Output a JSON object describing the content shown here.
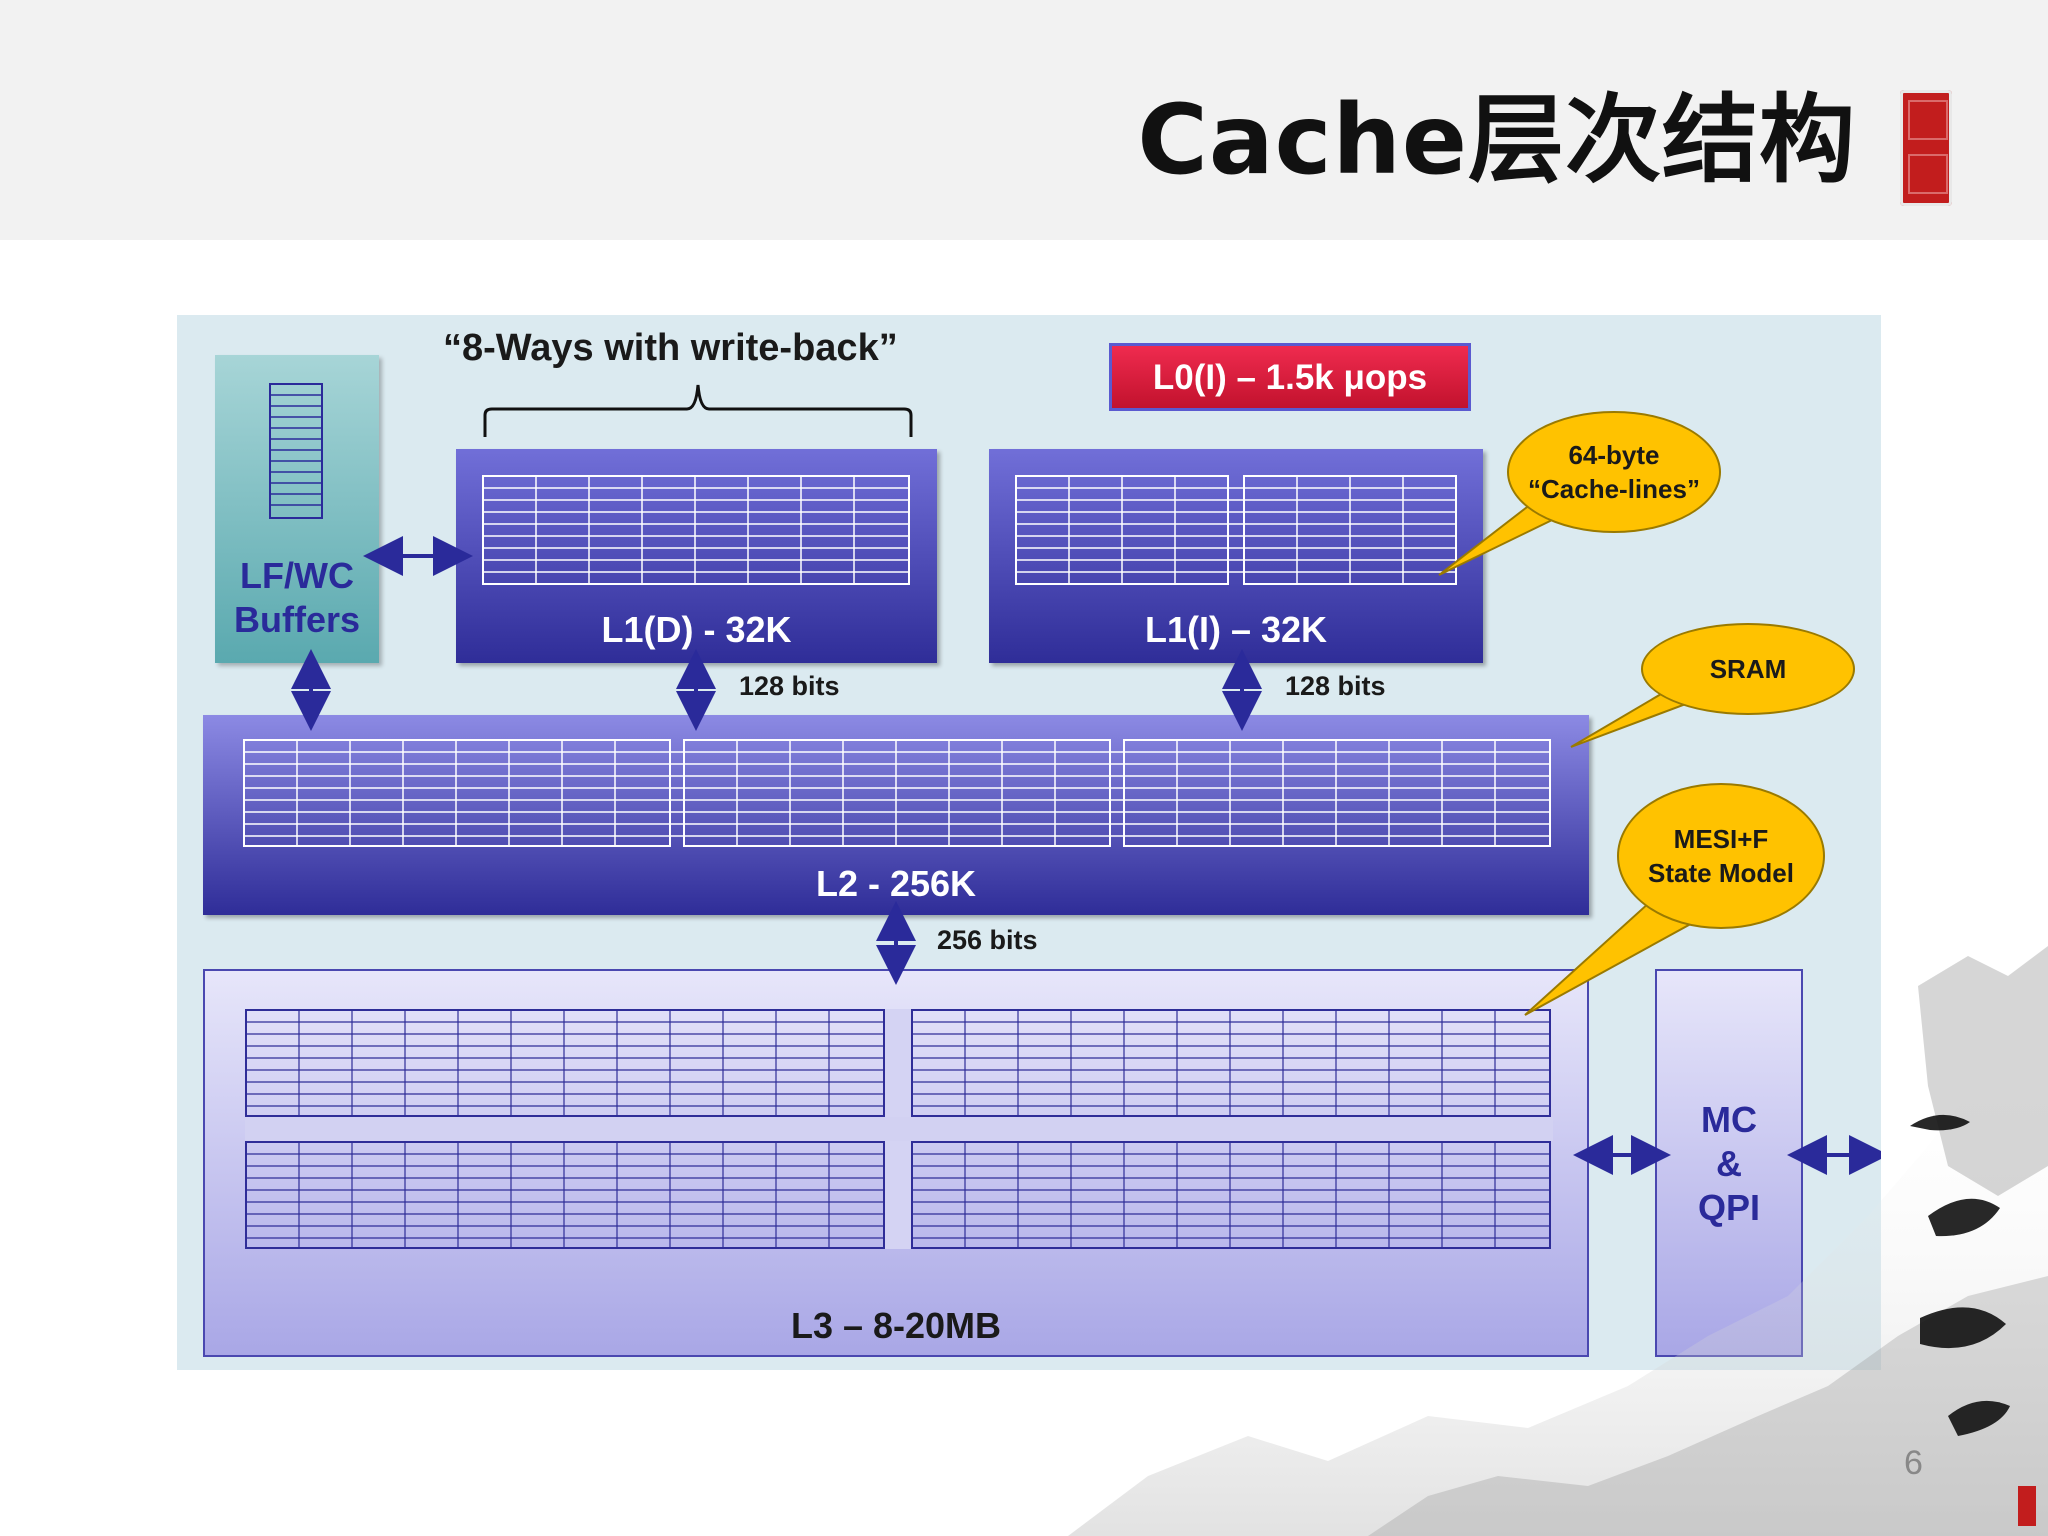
{
  "title": "Cache层次结构",
  "page_number": "6",
  "diagram": {
    "ways_label": "“8-Ways with write-back”",
    "l0_label": "L0(I) – 1.5k μops",
    "lfwc_label_1": "LF/WC",
    "lfwc_label_2": "Buffers",
    "l1d_label": "L1(D) - 32K",
    "l1i_label": "L1(I) – 32K",
    "l2_label": "L2 - 256K",
    "l3_label": "L3 – 8-20MB",
    "mc_label_1": "MC",
    "mc_label_2": "&",
    "mc_label_3": "QPI",
    "bits_l1d": "128 bits",
    "bits_l1i": "128 bits",
    "bits_l2": "256 bits",
    "bubble_cachelines_1": "64-byte",
    "bubble_cachelines_2": "“Cache-lines”",
    "bubble_sram": "SRAM",
    "bubble_mesi_1": "MESI+F",
    "bubble_mesi_2": "State Model"
  },
  "colors": {
    "title_band": "#f2f2f2",
    "diagram_bg": "#dbeaf0",
    "l0": "#d81b3a",
    "blue_dark": "#2f2d98",
    "blue_light": "#6b69d6",
    "l3_top": "#e7e6fa",
    "l3_bottom": "#a9a7e6",
    "bubble": "#ffc200",
    "arrow": "#2a2a9a"
  }
}
